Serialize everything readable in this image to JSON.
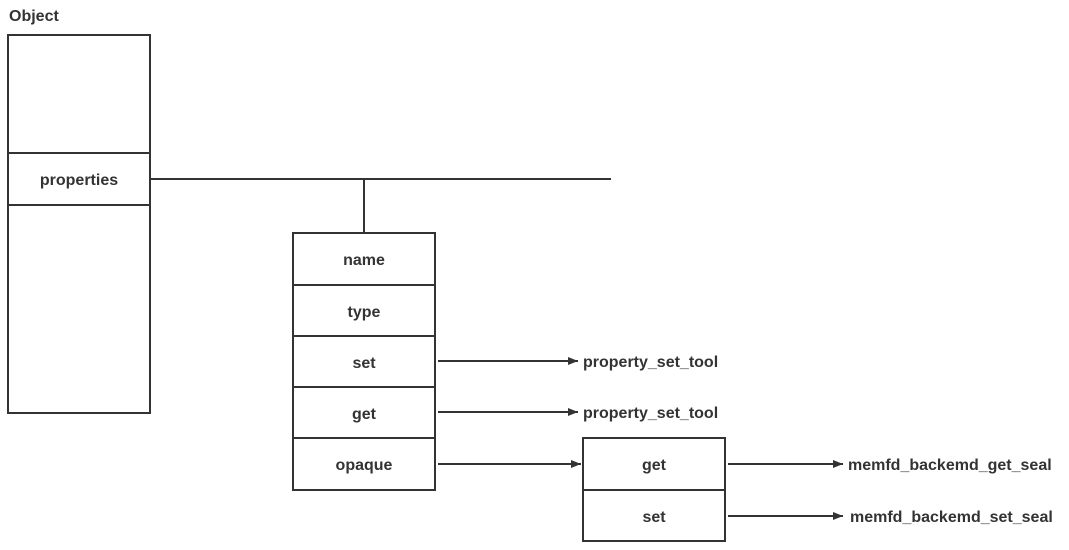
{
  "object": {
    "title": "Object",
    "properties_label": "properties"
  },
  "property": {
    "fields": [
      "name",
      "type",
      "set",
      "get",
      "opaque"
    ]
  },
  "targets": {
    "set_fn": "property_set_tool",
    "get_fn": "property_set_tool"
  },
  "opaque": {
    "fields": [
      "get",
      "set"
    ],
    "get_fn": "memfd_backemd_get_seal",
    "set_fn": "memfd_backemd_set_seal"
  },
  "colors": {
    "stroke": "#333333",
    "text": "#333333",
    "background": "#ffffff"
  }
}
